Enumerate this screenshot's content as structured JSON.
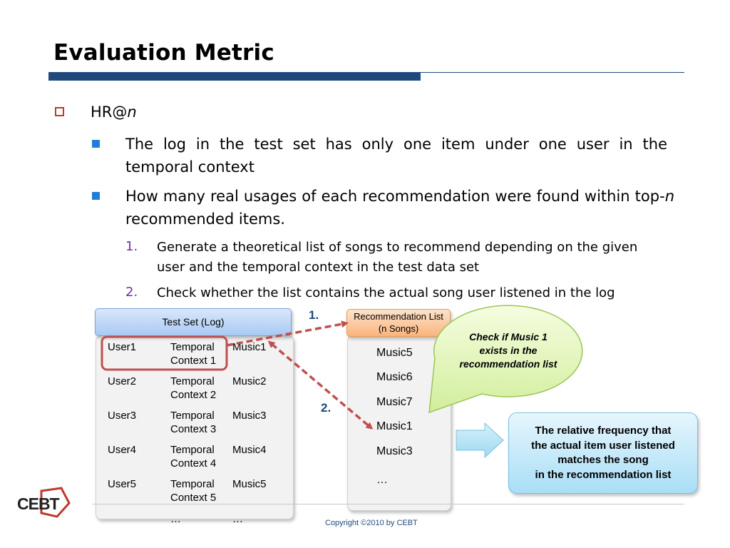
{
  "title": "Evaluation Metric",
  "bullet_main": {
    "prefix": "HR@",
    "italic": "n"
  },
  "subbullets": [
    {
      "text": "The log in the test set has only one item under one user in the temporal context"
    },
    {
      "text": "How many real usages of each recommendation were found within top-",
      "italic": "n",
      "text_after": " recommended items."
    }
  ],
  "steps": [
    {
      "label": "1.",
      "text": "Generate a theoretical list of songs to recommend depending on the given user and the temporal context in the test data set"
    },
    {
      "label": "2.",
      "text": "Check whether the list contains the actual song user listened in the log"
    }
  ],
  "test_set": {
    "header": "Test Set (Log)",
    "rows": [
      {
        "user": "User1",
        "context_a": "Temporal",
        "context_b": "Context 1",
        "music": "Music1"
      },
      {
        "user": "User2",
        "context_a": "Temporal",
        "context_b": "Context 2",
        "music": "Music2"
      },
      {
        "user": "User3",
        "context_a": "Temporal",
        "context_b": "Context 3",
        "music": "Music3"
      },
      {
        "user": "User4",
        "context_a": "Temporal",
        "context_b": "Context 4",
        "music": "Music4"
      },
      {
        "user": "User5",
        "context_a": "Temporal",
        "context_b": "Context 5",
        "music": "Music5"
      }
    ],
    "ellipsis": "…"
  },
  "recommendation": {
    "header_line1": "Recommendation List",
    "header_line2": "(n Songs)",
    "items": [
      "Music5",
      "Music6",
      "Music7",
      "Music1",
      "Music3"
    ],
    "ellipsis": "…"
  },
  "arrow_labels": {
    "first": "1.",
    "second": "2."
  },
  "callout": {
    "line1": "Check if Music 1",
    "line2": "exists in the",
    "line3": "recommendation list"
  },
  "result": {
    "line1": "The relative frequency that",
    "line2": "the actual item user listened",
    "line3": "matches the song",
    "line4": "in the recommendation list"
  },
  "logo": "CEBT",
  "footer": "Copyright ©2010 by CEBT",
  "colors": {
    "title_rule": "#1f497d",
    "bullet_hollow": "#c0392b",
    "bullet_fill": "#1f7fd8",
    "arrow": "#c0504d",
    "step_number": "#7030a0"
  }
}
